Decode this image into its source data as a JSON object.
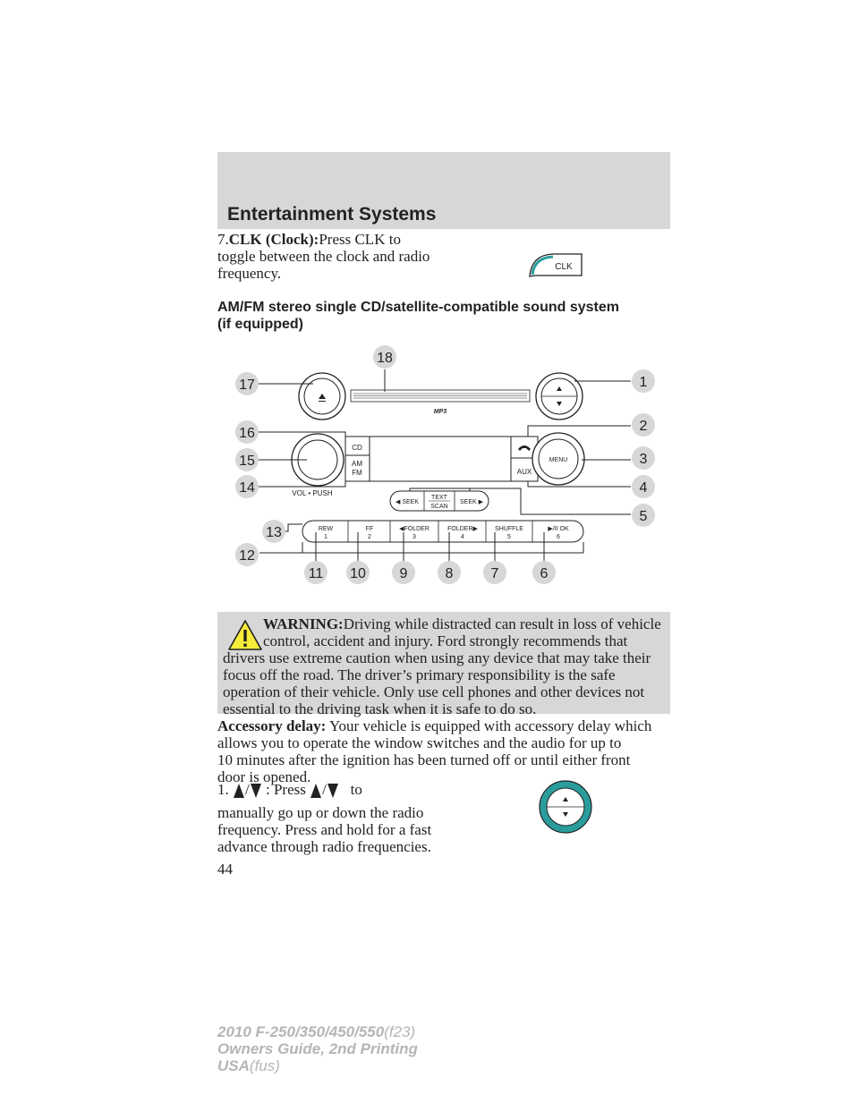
{
  "header": {
    "title": "Entertainment Systems"
  },
  "item7": {
    "number": "7.",
    "term": "CLK (Clock):",
    "line1": "Press CLK to",
    "line2": "toggle between the clock and radio",
    "line3": "frequency.",
    "icon_label": "CLK"
  },
  "section": {
    "line1": "AM/FM stereo single CD/satellite-compatible sound system",
    "line2": "(if equipped)"
  },
  "diagram": {
    "callouts": [
      "1",
      "2",
      "3",
      "4",
      "5",
      "6",
      "7",
      "8",
      "9",
      "10",
      "11",
      "12",
      "13",
      "14",
      "15",
      "16",
      "17",
      "18"
    ],
    "labels": {
      "mp3": "MP3",
      "cd": "CD",
      "am": "AM",
      "fm": "FM",
      "vol": "VOL • PUSH",
      "menu": "MENU",
      "aux": "AUX",
      "seek_left": "◀ SEEK",
      "text": "TEXT",
      "scan": "SCAN",
      "seek_right": "SEEK ▶"
    },
    "presets": [
      {
        "top": "REW",
        "num": "1"
      },
      {
        "top": "FF",
        "num": "2"
      },
      {
        "top": "◀FOLDER",
        "num": "3"
      },
      {
        "top": "FOLDER▶",
        "num": "4"
      },
      {
        "top": "SHUFFLE",
        "num": "5"
      },
      {
        "top": "▶/II  OK",
        "num": "6"
      }
    ]
  },
  "warning": {
    "label": "WARNING:",
    "line1": "Driving while distracted can result in loss of vehicle",
    "line2": "control, accident and injury. Ford strongly recommends that",
    "line3": "drivers use extreme caution when using any device that may take their",
    "line4": "focus off the road. The driver’s primary responsibility is the safe",
    "line5": "operation of their vehicle. Only use cell phones and other devices not",
    "line6": "essential to the driving task when it is safe to do so."
  },
  "accessory": {
    "term": "Accessory delay:",
    "line1": "Your vehicle is equipped with accessory delay which",
    "line2": "allows you to operate the window switches and the audio for up to",
    "line3": "10 minutes after the ignition has been turned off or until either front",
    "line4": "door is opened."
  },
  "item1": {
    "number": "1.",
    "slash": "/",
    "colon_press": ": Press",
    "to": "to",
    "line2": "manually go up or down the radio",
    "line3": "frequency. Press and hold for a fast",
    "line4": "advance through radio frequencies."
  },
  "page_number": "44",
  "footer": {
    "line1_bold": "2010 F-250/350/450/550",
    "line1_light": "(f23)",
    "line2": "Owners Guide, 2nd Printing",
    "line3_bold": "USA",
    "line3_light": "(fus)"
  }
}
